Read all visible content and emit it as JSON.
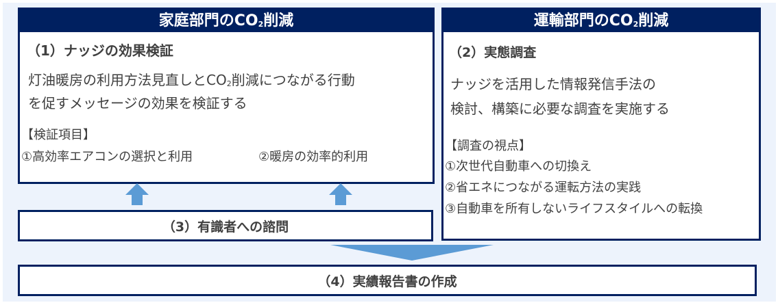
{
  "colors": {
    "navy": "#002060",
    "arrow_blue": "#5b9bd5",
    "panel_bg": "#edf3fc",
    "text": "#404040"
  },
  "household": {
    "header_prefix": "家庭部門のCO",
    "header_sub": "2",
    "header_suffix": "削減",
    "section_title": "（1）ナッジの効果検証",
    "desc_line1_prefix": "灯油暖房の利用方法見直しとCO",
    "desc_line1_sub": "2",
    "desc_line1_suffix": "削減につながる行動",
    "desc_line2": "を促すメッセージの効果を検証する",
    "items_title": "【検証項目】",
    "items": [
      "①高効率エアコンの選択と利用",
      "②暖房の効率的利用"
    ]
  },
  "transport": {
    "header_prefix": "運輸部門のCO",
    "header_sub": "2",
    "header_suffix": "削減",
    "section_title": "（2）実態調査",
    "desc_line1": "ナッジを活用した情報発信手法の",
    "desc_line2": "検討、構築に必要な調査を実施する",
    "items_title": "【調査の視点】",
    "items": [
      "①次世代自動車への切換え",
      "②省エネにつながる運転方法の実践",
      "③自動車を所有しないライフスタイルへの転換"
    ]
  },
  "consultation": {
    "label": "（3）有識者への諮問"
  },
  "report": {
    "label": "（4）実績報告書の作成"
  },
  "icons": {
    "up_arrows": [
      "arrow-up-icon",
      "arrow-up-icon"
    ],
    "down_arrow": "arrow-down-icon"
  }
}
